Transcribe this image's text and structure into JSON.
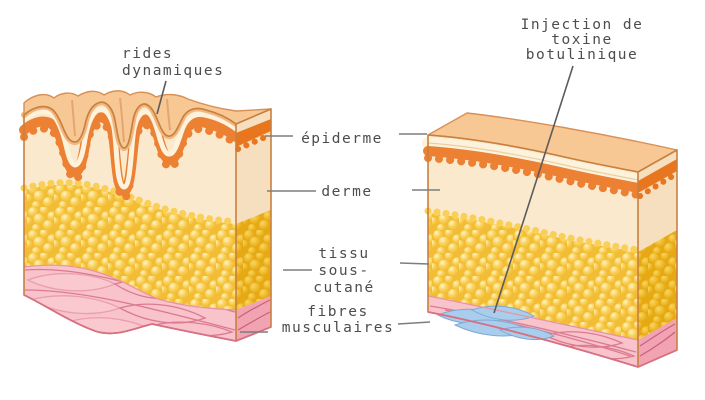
{
  "diagram": {
    "background_color": "#ffffff",
    "text_color": "#4d4d4d",
    "connector_color": "#7d7d7d",
    "pointer_color": "#5c5c5c",
    "left_block_annotation": {
      "lines": [
        "rides",
        "dynamiques"
      ]
    },
    "right_block_annotation": {
      "lines": [
        "Injection de",
        "toxine",
        "botulinique"
      ]
    },
    "layer_labels": [
      {
        "id": "epiderme",
        "lines": [
          "épiderme"
        ]
      },
      {
        "id": "derme",
        "lines": [
          "derme"
        ]
      },
      {
        "id": "tissu-sous-cutane",
        "lines": [
          "tissu",
          "sous-",
          "cutané"
        ]
      },
      {
        "id": "fibres-musculaires",
        "lines": [
          "fibres",
          "musculaires"
        ]
      }
    ],
    "colors": {
      "skin_surface": "#f7c794",
      "skin_surface_edge": "#d89055",
      "wrinkle_front": "#f3b67f",
      "epidermis_cream": "#fdf2dc",
      "epidermis_orange": "#ec8033",
      "epidermis_orange_side": "#e8761f",
      "thin_line": "#e9cfa2",
      "dermis": "#fbe9ce",
      "dermis_side": "#f6dfbe",
      "fat_base": "#f2bd35",
      "fat_bubble": "#f9d055",
      "fat_bubble_light": "#fdf4c6",
      "fat_side_base": "#e6a914",
      "muscle": "#f8c3cb",
      "muscle_fiber": "#dc7a92",
      "muscle_side": "#f1a3b2",
      "muscle_side_fiber": "#c95f7e",
      "muscle_edge": "#d96f87",
      "injection_fill": "#a9cdec",
      "injection_stroke": "#7fa9d4",
      "block_outline": "#c8803f"
    }
  }
}
